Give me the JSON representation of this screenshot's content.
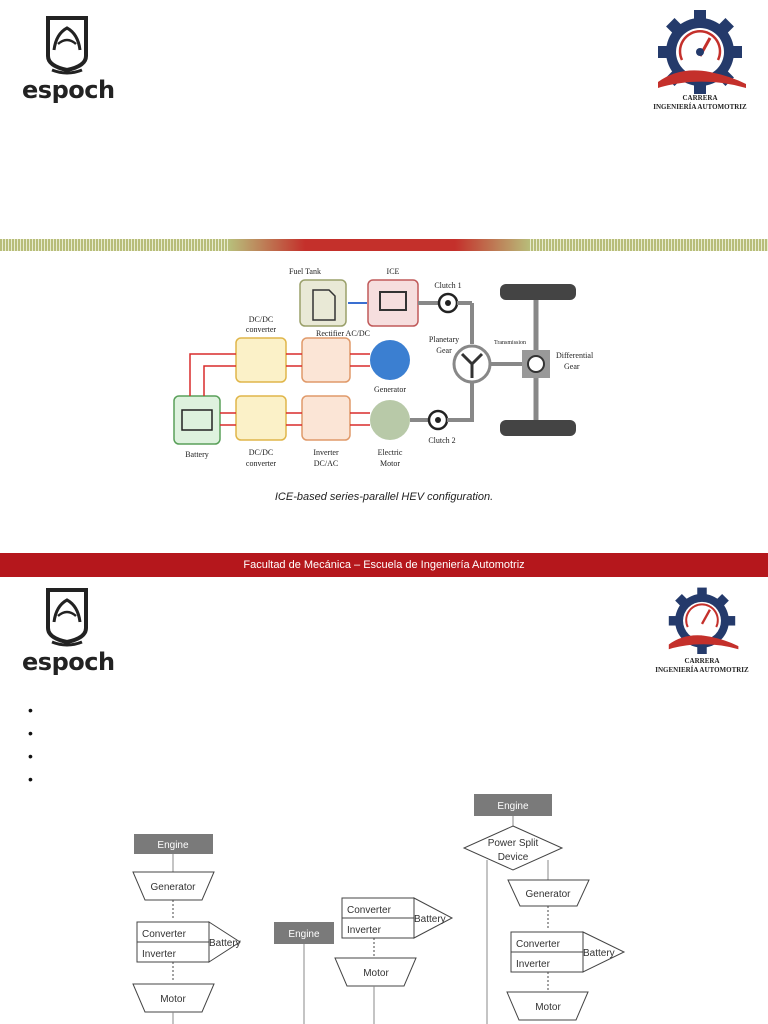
{
  "slide1": {
    "logo_left_text": "espoch",
    "logo_right_line1": "CARRERA",
    "logo_right_line2": "INGENIERÍA AUTOMOTRIZ",
    "figure": {
      "fuel_tank": "Fuel Tank",
      "ice": "ICE",
      "clutch1": "Clutch 1",
      "dcdc_top_1": "DC/DC",
      "dcdc_top_2": "converter",
      "rectifier": "Rectifier AC/DC",
      "planetary_1": "Planetary",
      "planetary_2": "Gear",
      "transmission": "Transmission",
      "differential_1": "Differential",
      "differential_2": "Gear",
      "generator": "Generator",
      "battery": "Battery",
      "dcdc_bot_1": "DC/DC",
      "dcdc_bot_2": "converter",
      "inverter_1": "Inverter",
      "inverter_2": "DC/AC",
      "electric_1": "Electric",
      "electric_2": "Motor",
      "clutch2": "Clutch 2"
    },
    "caption": "ICE-based series-parallel HEV configuration.",
    "footer": "Facultad de Mecánica – Escuela de Ingeniería Automotriz"
  },
  "slide2": {
    "logo_left_text": "espoch",
    "logo_right_line1": "CARRERA",
    "logo_right_line2": "INGENIERÍA AUTOMOTRIZ",
    "bullets": [
      "",
      "",
      "",
      ""
    ],
    "diagram": {
      "series": {
        "engine": "Engine",
        "generator": "Generator",
        "converter": "Converter",
        "inverter": "Inverter",
        "battery": "Battery",
        "motor": "Motor"
      },
      "parallel": {
        "engine": "Engine",
        "converter": "Converter",
        "inverter": "Inverter",
        "battery": "Battery",
        "motor": "Motor"
      },
      "split": {
        "engine": "Engine",
        "psd_1": "Power Split",
        "psd_2": "Device",
        "generator": "Generator",
        "converter": "Converter",
        "inverter": "Inverter",
        "battery": "Battery",
        "motor": "Motor"
      }
    }
  },
  "colors": {
    "brand_red": "#b5171c",
    "engine_gray": "#7a7a7a"
  }
}
